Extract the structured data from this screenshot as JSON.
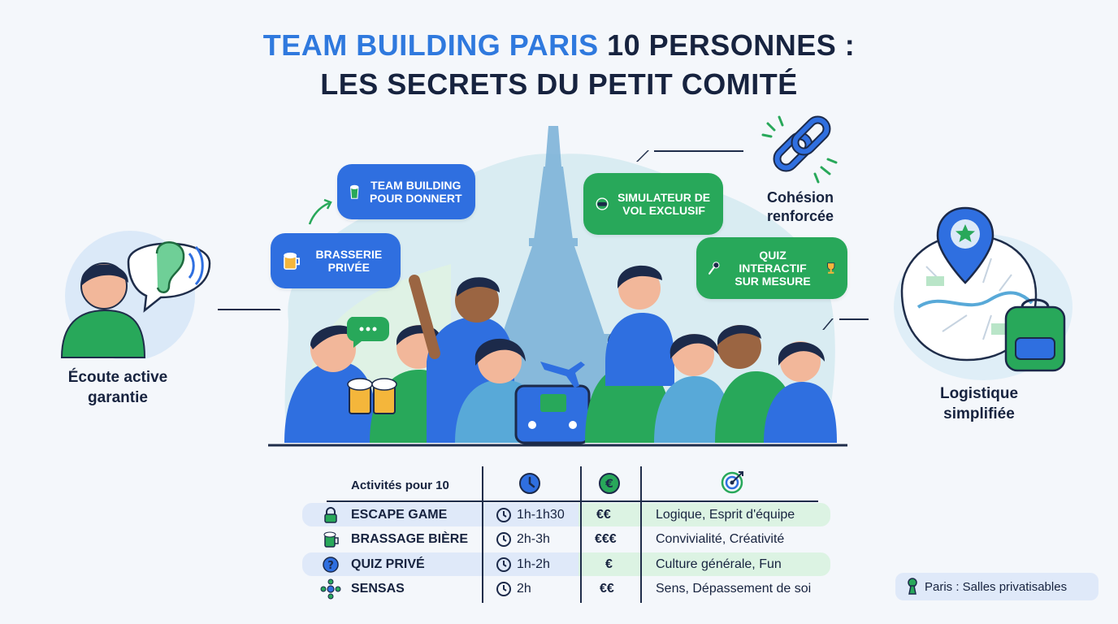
{
  "title": {
    "line1_blue": "TEAM BUILDING PARIS",
    "line1_dark": "10 PERSONNES :",
    "line2": "LES SECRETS DU PETIT COMITÉ"
  },
  "bubbles": {
    "team_building": "TEAM BUILDING POUR DONNERT",
    "brasserie": "BRASSERIE PRIVÉE",
    "simulateur": "SIMULATEUR DE VOL EXCLUSIF",
    "quiz": "QUIZ INTERACTIF SUR MESURE"
  },
  "features": {
    "ecoute": "Écoute active garantie",
    "cohesion": "Cohésion renforcée",
    "logistique": "Logistique simplifiée"
  },
  "table": {
    "header": {
      "activities": "Activités pour 10",
      "duration_icon": "clock-icon",
      "price_icon": "euro-icon",
      "goal_icon": "target-icon"
    },
    "rows": [
      {
        "icon": "lock-icon",
        "name": "ESCAPE GAME",
        "duration": "1h-1h30",
        "price": "€€",
        "benefit": "Logique, Esprit d'équipe"
      },
      {
        "icon": "beer-icon",
        "name": "BRASSAGE BIÈRE",
        "duration": "2h-3h",
        "price": "€€€",
        "benefit": "Convivialité, Créativité"
      },
      {
        "icon": "question-icon",
        "name": "QUIZ PRIVÉ",
        "duration": "1h-2h",
        "price": "€",
        "benefit": "Culture générale, Fun"
      },
      {
        "icon": "senses-icon",
        "name": "SENSAS",
        "duration": "2h",
        "price": "€€",
        "benefit": "Sens, Dépassement de soi"
      }
    ]
  },
  "legend": {
    "text": "Paris : Salles privatisables",
    "icon": "keyhole-icon"
  },
  "colors": {
    "blue": "#2f6fe0",
    "green": "#28a85a",
    "navy": "#17233f",
    "light_blue": "#dfe9f9",
    "light_green": "#dcf3e3"
  }
}
